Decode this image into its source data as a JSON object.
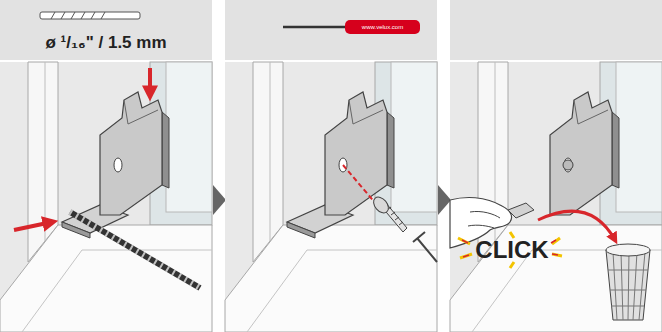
{
  "diagram": {
    "labels": [
      "ø ¹/₁₆\" / 1.5 mm",
      "www.velux.com",
      "CLICK"
    ]
  }
}
